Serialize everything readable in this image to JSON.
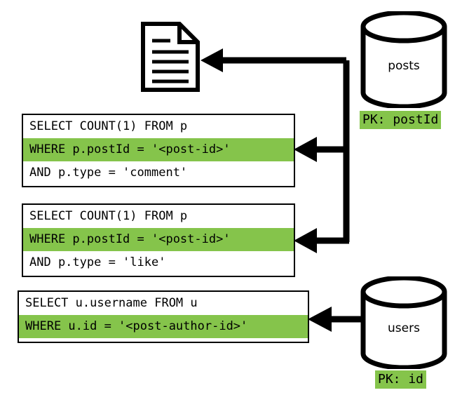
{
  "diagram": {
    "title": "post-read-queries-data-flow",
    "accent_green": "#85c44b",
    "stroke_black": "#000000",
    "background": "#ffffff"
  },
  "post_document": {
    "icon": "document-icon",
    "line_count": 5
  },
  "datastores": [
    {
      "id": "posts",
      "label": "posts",
      "pk_label": "PK: postId"
    },
    {
      "id": "users",
      "label": "users",
      "pk_label": "PK: id"
    }
  ],
  "queries": [
    {
      "id": "comment-count-query",
      "rows": [
        {
          "text": "SELECT COUNT(1) FROM p",
          "highlighted": false
        },
        {
          "text": "WHERE p.postId = '<post-id>'",
          "highlighted": true
        },
        {
          "text": "AND p.type = 'comment'",
          "highlighted": false
        }
      ]
    },
    {
      "id": "like-count-query",
      "rows": [
        {
          "text": "SELECT COUNT(1) FROM p",
          "highlighted": false
        },
        {
          "text": "WHERE p.postId = '<post-id>'",
          "highlighted": true
        },
        {
          "text": "AND p.type = 'like'",
          "highlighted": false
        }
      ]
    },
    {
      "id": "author-username-query",
      "rows": [
        {
          "text": "SELECT u.username FROM u",
          "highlighted": false
        },
        {
          "text": "WHERE u.id = '<post-author-id>'",
          "highlighted": true
        }
      ]
    }
  ],
  "connectors": [
    {
      "from": "posts",
      "to": "post-document"
    },
    {
      "from": "posts",
      "to": "comment-count-query"
    },
    {
      "from": "posts",
      "to": "like-count-query"
    },
    {
      "from": "users",
      "to": "author-username-query"
    }
  ]
}
